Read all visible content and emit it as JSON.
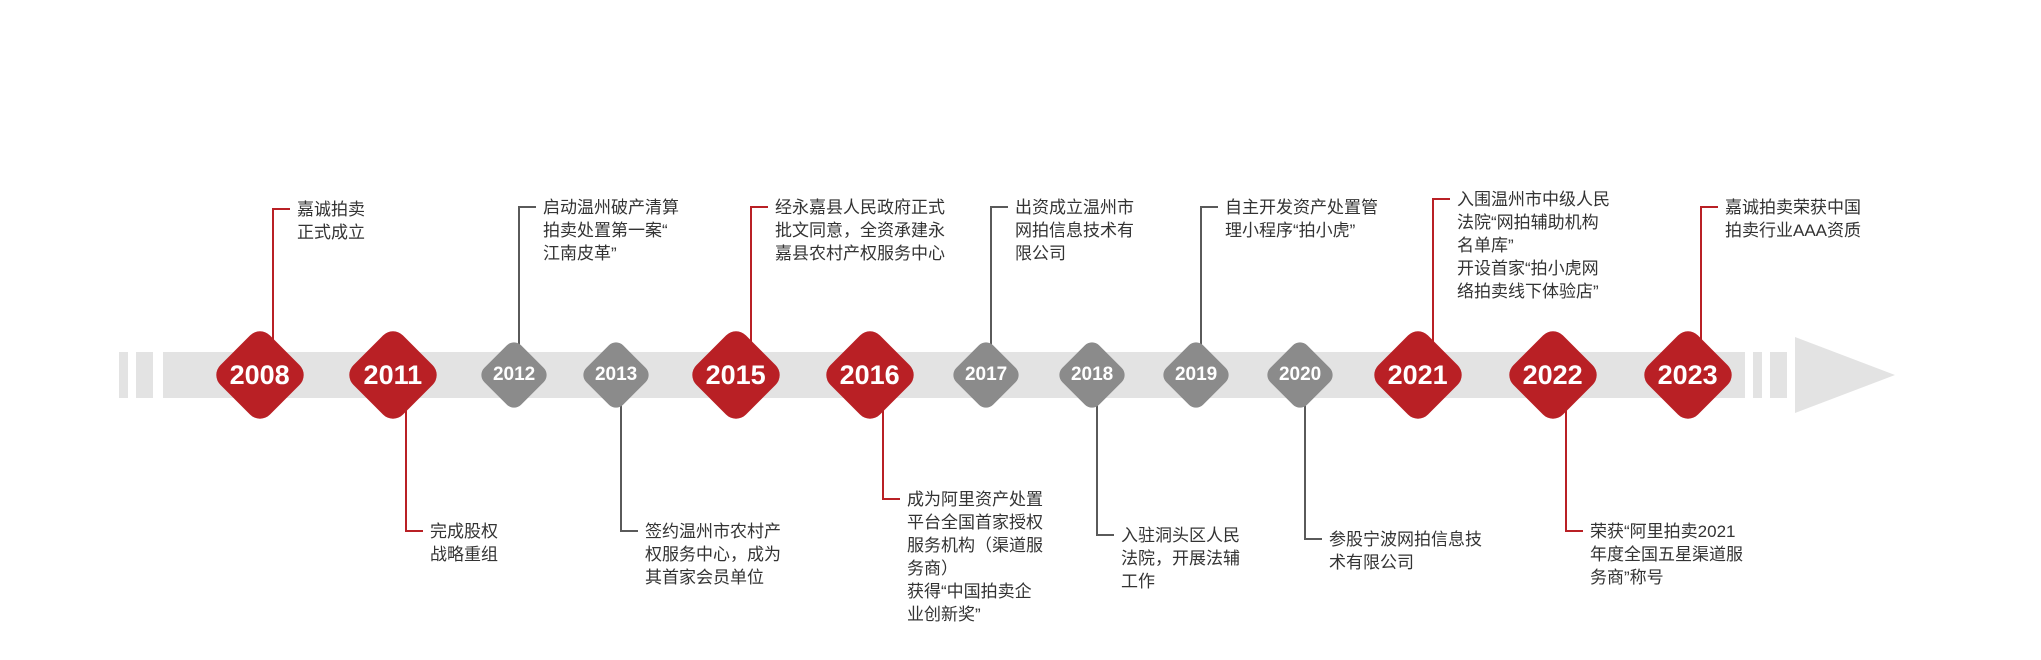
{
  "timeline": {
    "colors": {
      "major_accent": "#b92025",
      "minor_accent": "#8b8b8b",
      "band": "#e3e3e3",
      "label_text": "#333333"
    },
    "milestones": [
      {
        "year": "2008",
        "side": "above",
        "emphasis": "major",
        "text": "嘉诚拍卖\n正式成立"
      },
      {
        "year": "2011",
        "side": "below",
        "emphasis": "major",
        "text": "完成股权\n战略重组"
      },
      {
        "year": "2012",
        "side": "above",
        "emphasis": "minor",
        "text": "启动温州破产清算\n拍卖处置第一案“\n江南皮革”"
      },
      {
        "year": "2013",
        "side": "below",
        "emphasis": "minor",
        "text": "签约温州市农村产\n权服务中心，成为\n其首家会员单位"
      },
      {
        "year": "2015",
        "side": "above",
        "emphasis": "major",
        "text": "经永嘉县人民政府正式\n批文同意，全资承建永\n嘉县农村产权服务中心"
      },
      {
        "year": "2016",
        "side": "below",
        "emphasis": "major",
        "text": "成为阿里资产处置\n平台全国首家授权\n服务机构（渠道服\n务商）\n获得“中国拍卖企\n业创新奖”"
      },
      {
        "year": "2017",
        "side": "above",
        "emphasis": "minor",
        "text": "出资成立温州市\n网拍信息技术有\n限公司"
      },
      {
        "year": "2018",
        "side": "below",
        "emphasis": "minor",
        "text": "入驻洞头区人民\n法院，开展法辅\n工作"
      },
      {
        "year": "2019",
        "side": "above",
        "emphasis": "minor",
        "text": "自主开发资产处置管\n理小程序“拍小虎”"
      },
      {
        "year": "2020",
        "side": "below",
        "emphasis": "minor",
        "text": "参股宁波网拍信息技\n术有限公司"
      },
      {
        "year": "2021",
        "side": "above",
        "emphasis": "major",
        "text": "入围温州市中级人民\n法院“网拍辅助机构\n名单库”\n开设首家“拍小虎网\n络拍卖线下体验店”"
      },
      {
        "year": "2022",
        "side": "below",
        "emphasis": "major",
        "text": "荣获“阿里拍卖2021\n年度全国五星渠道服\n务商”称号"
      },
      {
        "year": "2023",
        "side": "above",
        "emphasis": "major",
        "text": "嘉诚拍卖荣获中国\n拍卖行业AAA资质"
      }
    ]
  }
}
